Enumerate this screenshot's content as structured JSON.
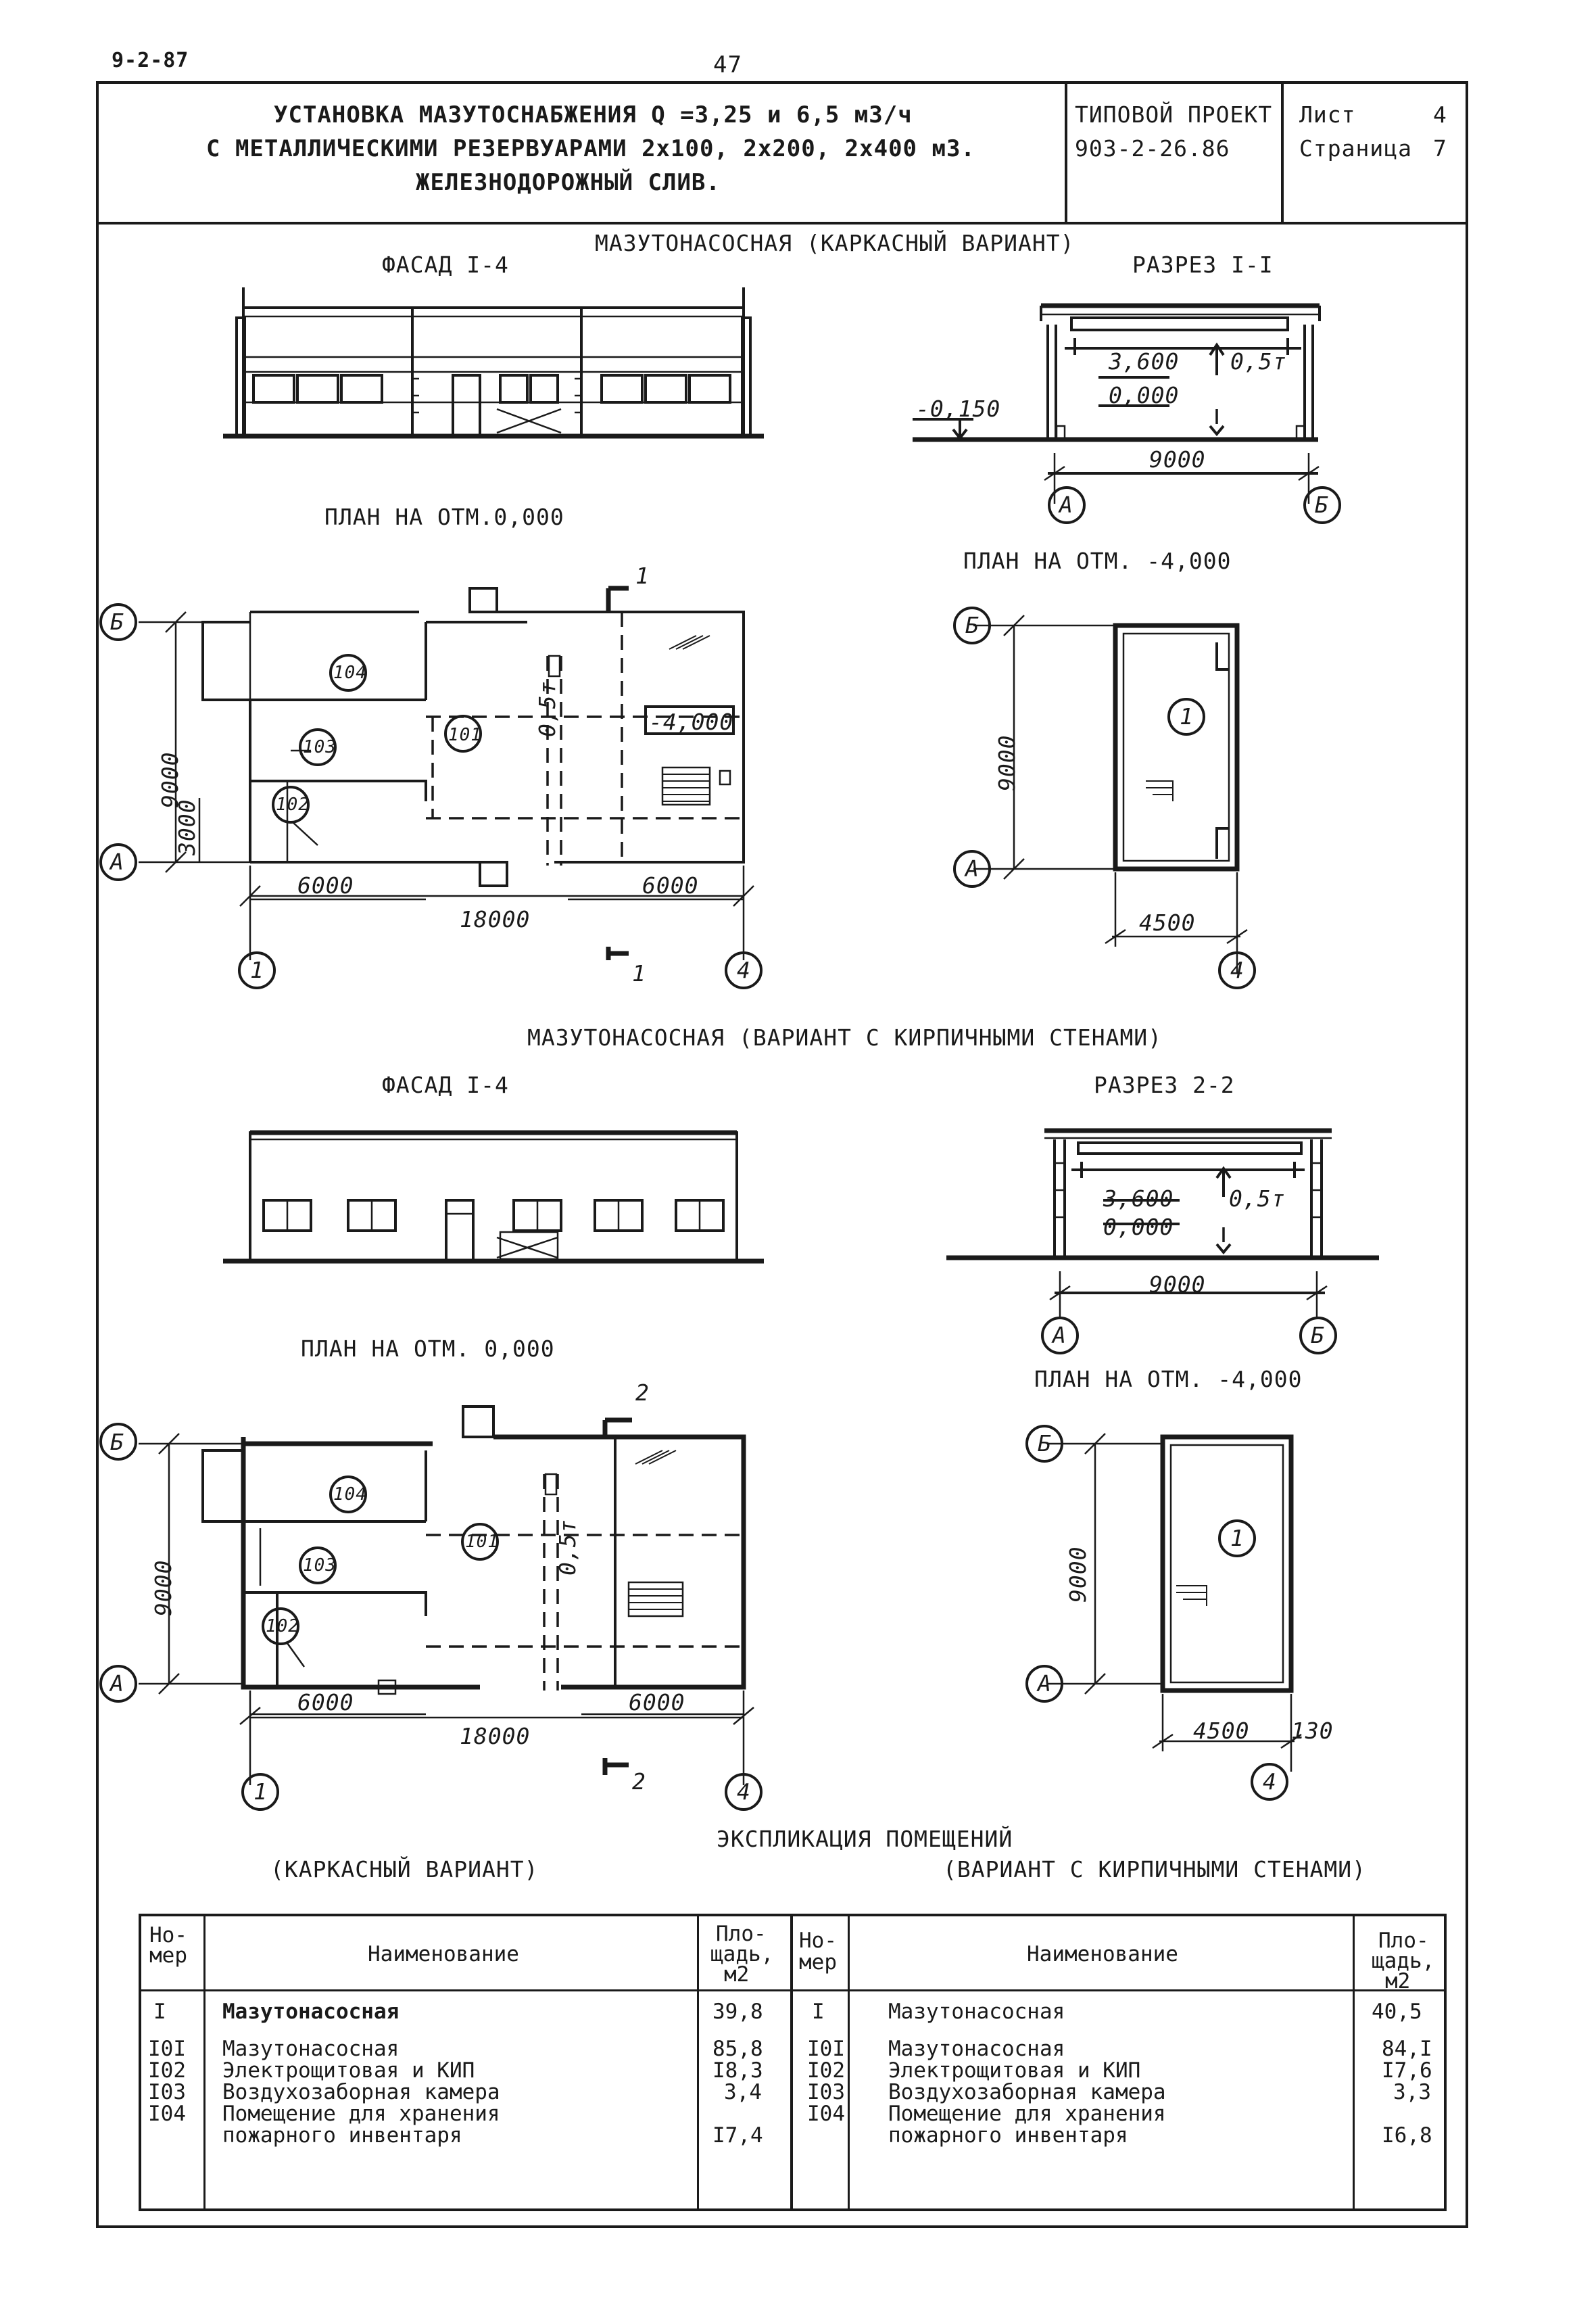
{
  "page": {
    "code": "9-2-87",
    "number": "47"
  },
  "title_block": {
    "title_line1": "УСТАНОВКА МАЗУТОСНАБЖЕНИЯ Q =3,25 и 6,5 м3/ч",
    "title_line2": "С МЕТАЛЛИЧЕСКИМИ РЕЗЕРВУАРАМИ 2x100, 2x200, 2x400 м3.",
    "title_line3": "ЖЕЛЕЗНОДОРОЖНЫЙ СЛИВ.",
    "project_label": "ТИПОВОЙ ПРОЕКТ",
    "project_number": "903-2-26.86",
    "sheet_label": "Лист",
    "sheet_value": "4",
    "page_label": "Страница",
    "page_value": "7"
  },
  "section1": {
    "title": "МАЗУТОНАСОСНАЯ (КАРКАСНЫЙ ВАРИАНТ)",
    "facade_title": "ФАСАД I-4",
    "section_title": "РАЗРЕЗ I-I",
    "plan0_title": "ПЛАН НА ОТМ.0,000",
    "plan4_title": "ПЛАН НА ОТМ. -4,000",
    "sec_elev_top": "3,600",
    "sec_crane": "0,5т",
    "sec_elev_floor": "0,000",
    "sec_elev_ground": "-0,150",
    "sec_span": "9000",
    "axis_a": "А",
    "axis_b": "Б",
    "axis_1": "1",
    "axis_4": "4",
    "cut_mark": "1",
    "room_101": "101",
    "room_102": "102",
    "room_103": "103",
    "room_104": "104",
    "pit_mark": "-4,000",
    "crane_label": "0,5т",
    "dim_9000": "9000",
    "dim_3000": "3000",
    "dim_6000_left": "6000",
    "dim_6000_right": "6000",
    "dim_18000": "18000",
    "pit_room": "1",
    "pit_dim_9000": "9000",
    "pit_dim_4500": "4500"
  },
  "section2": {
    "title": "МАЗУТОНАСОСНАЯ (ВАРИАНТ С КИРПИЧНЫМИ СТЕНАМИ)",
    "facade_title": "ФАСАД I-4",
    "section_title": "РАЗРЕЗ 2-2",
    "plan0_title": "ПЛАН НА ОТМ. 0,000",
    "plan4_title": "ПЛАН НА ОТМ. -4,000",
    "sec_elev_top": "3,600",
    "sec_crane": "0,5т",
    "sec_elev_floor": "0,000",
    "sec_span": "9000",
    "cut_mark": "2",
    "dim_9000": "9000",
    "dim_6000_left": "6000",
    "dim_6000_right": "6000",
    "dim_18000": "18000",
    "pit_dim_9000": "9000",
    "pit_dim_4500": "4500",
    "pit_dim_130": "130"
  },
  "explication": {
    "title": "ЭКСПЛИКАЦИЯ ПОМЕЩЕНИЙ",
    "left_caption": "(КАРКАСНЫЙ ВАРИАНТ)",
    "right_caption": "(ВАРИАНТ С КИРПИЧНЫМИ СТЕНАМИ)",
    "col_number_1": "Но-",
    "col_number_2": "мер",
    "col_name": "Наименование",
    "col_area_1": "Пло-",
    "col_area_2": "щадь,",
    "col_area_3": "м2",
    "left_rows": [
      {
        "num": "I",
        "name": "Мазутонасосная",
        "area": "39,8"
      },
      {
        "num": "I0I",
        "name": "Мазутонасосная",
        "area": "85,8"
      },
      {
        "num": "I02",
        "name": "Электрощитовая и КИП",
        "area": "I8,3"
      },
      {
        "num": "I03",
        "name": "Воздухозаборная камера",
        "area": "3,4"
      },
      {
        "num": "I04",
        "name": "Помещение для хранения",
        "area": ""
      },
      {
        "num": "",
        "name": "пожарного инвентаря",
        "area": "I7,4"
      }
    ],
    "right_rows": [
      {
        "num": "I",
        "name": "Мазутонасосная",
        "area": "40,5"
      },
      {
        "num": "I0I",
        "name": "Мазутонасосная",
        "area": "84,I"
      },
      {
        "num": "I02",
        "name": "Электрощитовая и КИП",
        "area": "I7,6"
      },
      {
        "num": "I03",
        "name": "Воздухозаборная камера",
        "area": "3,3"
      },
      {
        "num": "I04",
        "name": "Помещение для хранения",
        "area": ""
      },
      {
        "num": "",
        "name": "пожарного инвентаря",
        "area": "I6,8"
      }
    ]
  }
}
